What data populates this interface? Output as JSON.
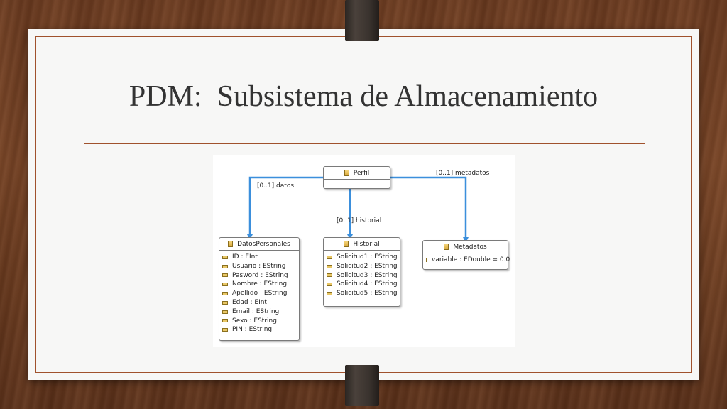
{
  "slide": {
    "title": "PDM:  Subsistema de Almacenamiento"
  },
  "diagram": {
    "classes": {
      "perfil": {
        "name": "Perfil",
        "attributes": []
      },
      "datos_personales": {
        "name": "DatosPersonales",
        "attributes": [
          "ID : EInt",
          "Usuario : EString",
          "Pasword : EString",
          "Nombre : EString",
          "Apellido : EString",
          "Edad : EInt",
          "Email : EString",
          "Sexo : EString",
          "PIN : EString"
        ]
      },
      "historial": {
        "name": "Historial",
        "attributes": [
          "Solicitud1 : EString",
          "Solicitud2 : EString",
          "Solicitud3 : EString",
          "Solicitud4 : EString",
          "Solicitud5 : EString"
        ]
      },
      "metadatos": {
        "name": "Metadatos",
        "attributes": [
          "variable : EDouble = 0.0"
        ]
      }
    },
    "references": {
      "datos": "[0..1] datos",
      "historial": "[0..1] historial",
      "metadatos": "[0..1] metadatos"
    },
    "colors": {
      "reference_line": "#3b8fdc",
      "accent_border": "#a0522d"
    }
  }
}
